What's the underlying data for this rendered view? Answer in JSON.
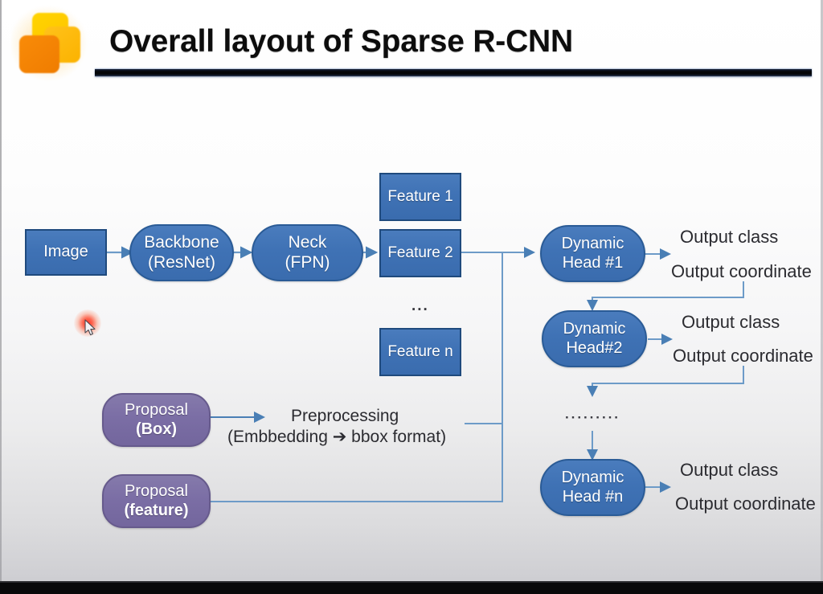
{
  "slide": {
    "title": "Overall layout of Sparse R-CNN",
    "logo_name": "stacked-squares-logo"
  },
  "diagram": {
    "pipeline": [
      {
        "id": "image",
        "label_line1": "Image",
        "label_line2": ""
      },
      {
        "id": "backbone",
        "label_line1": "Backbone",
        "label_line2": "(ResNet)"
      },
      {
        "id": "neck",
        "label_line1": "Neck",
        "label_line2": "(FPN)"
      }
    ],
    "features": [
      {
        "id": "feature-1",
        "label": "Feature 1"
      },
      {
        "id": "feature-2",
        "label": "Feature 2"
      },
      {
        "id": "feature-n",
        "label": "Feature n"
      }
    ],
    "features_ellipsis": "...",
    "proposals": [
      {
        "id": "proposal-box",
        "label_line1": "Proposal",
        "label_line2": "(Box)"
      },
      {
        "id": "proposal-feature",
        "label_line1": "Proposal",
        "label_line2": "(feature)"
      }
    ],
    "preprocessing": {
      "line1": "Preprocessing",
      "line2": "(Embbedding ➔ bbox format)"
    },
    "heads": [
      {
        "id": "dynamic-head-1",
        "label_line1": "Dynamic",
        "label_line2": "Head #1",
        "output_class": "Output class",
        "output_coordinate": "Output coordinate"
      },
      {
        "id": "dynamic-head-2",
        "label_line1": "Dynamic",
        "label_line2": "Head#2",
        "output_class": "Output class",
        "output_coordinate": "Output coordinate"
      },
      {
        "id": "dynamic-head-n",
        "label_line1": "Dynamic",
        "label_line2": "Head #n",
        "output_class": "Output class",
        "output_coordinate": "Output coordinate"
      }
    ],
    "heads_ellipsis": "·········"
  },
  "colors": {
    "node_blue": "#3f72b5",
    "node_blue_border": "#1f4a7d",
    "node_purple": "#7b6ea5",
    "node_purple_border": "#665a8c",
    "connector": "#4a7fb5",
    "title_rule": "#06080c",
    "cursor_highlight": "#ff2314"
  }
}
